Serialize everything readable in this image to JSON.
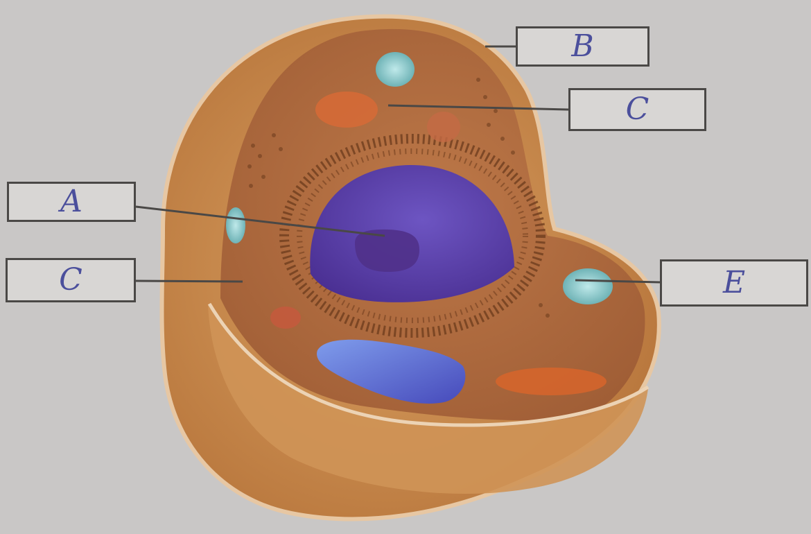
{
  "labels": {
    "a": "A",
    "b": "B",
    "c_top": "C",
    "c_left": "C",
    "e": "E"
  },
  "colors": {
    "paper": "#c9c7c6",
    "cell_outer": "#c98a4a",
    "cytoplasm": "#b06a3f",
    "nucleus": "#5b3fa8",
    "pointer_line": "#4a4846",
    "handwriting": "#4b4f9c"
  }
}
